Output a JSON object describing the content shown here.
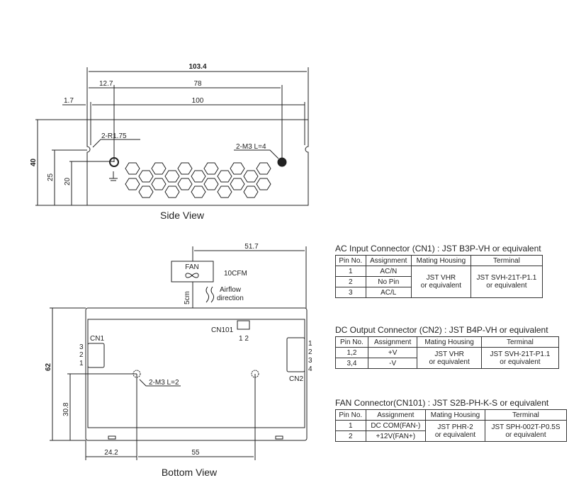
{
  "side_view": {
    "title": "Side View",
    "dims": {
      "overall": "103.4",
      "holes": "78",
      "inner": "100",
      "offset_left": "1.7",
      "hole_offset": "12.7",
      "height": "40",
      "notch_h": "25",
      "hole_h": "20"
    },
    "notes": {
      "radius": "2-R1.75",
      "screw": "2-M3 L=4"
    }
  },
  "bottom_view": {
    "title": "Bottom View",
    "fan": {
      "label": "FAN",
      "cfm": "10CFM",
      "distance": "5cm",
      "airflow_1": "Airflow",
      "airflow_2": "direction"
    },
    "dims": {
      "fan_offset": "51.7",
      "height": "62",
      "hole_h": "30.8",
      "hole_x": "24.2",
      "hole_pitch": "55"
    },
    "screw": "2-M3 L=2",
    "cn1": {
      "label": "CN1",
      "pins": [
        "3",
        "2",
        "1"
      ]
    },
    "cn2": {
      "label": "CN2",
      "pins": [
        "1",
        "2",
        "3",
        "4"
      ]
    },
    "cn101": {
      "label": "CN101",
      "pins": "1 2"
    }
  },
  "tables": [
    {
      "title": "AC Input Connector (CN1) : JST B3P-VH or equivalent",
      "headers": [
        "Pin No.",
        "Assignment",
        "Mating Housing",
        "Terminal"
      ],
      "rows": [
        [
          "1",
          "AC/N"
        ],
        [
          "2",
          "No Pin"
        ],
        [
          "3",
          "AC/L"
        ]
      ],
      "housing": [
        "JST VHR",
        "or equivalent"
      ],
      "terminal": [
        "JST SVH-21T-P1.1",
        "or equivalent"
      ]
    },
    {
      "title": "DC Output Connector (CN2) : JST B4P-VH or equivalent",
      "headers": [
        "Pin No.",
        "Assignment",
        "Mating Housing",
        "Terminal"
      ],
      "rows": [
        [
          "1,2",
          "+V"
        ],
        [
          "3,4",
          "-V"
        ]
      ],
      "housing": [
        "JST VHR",
        "or equivalent"
      ],
      "terminal": [
        "JST SVH-21T-P1.1",
        "or equivalent"
      ]
    },
    {
      "title": "FAN Connector(CN101) :  JST S2B-PH-K-S or equivalent",
      "headers": [
        "Pin No.",
        "Assignment",
        "Mating Housing",
        "Terminal"
      ],
      "rows": [
        [
          "1",
          "DC COM(FAN-)"
        ],
        [
          "2",
          "+12V(FAN+)"
        ]
      ],
      "housing": [
        "JST PHR-2",
        "or equivalent"
      ],
      "terminal": [
        "JST SPH-002T-P0.5S",
        "or equivalent"
      ]
    }
  ]
}
